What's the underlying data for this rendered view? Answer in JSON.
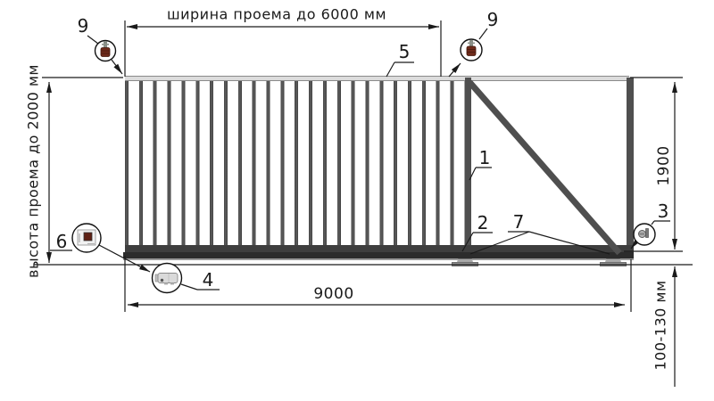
{
  "diagram": {
    "type": "sliding-gate-technical-drawing",
    "dimensions": {
      "opening_width": "ширина проема до 6000 мм",
      "opening_height": "высота проема до 2000 мм",
      "gate_height": "1900",
      "overall_length": "9000",
      "ground_clearance": "100-130 мм"
    },
    "callouts": {
      "anchor_left": "9",
      "anchor_right": "9",
      "top_beam": "5",
      "frame_post": "1",
      "roller_trolley_front": "2",
      "roller_trolleys_pair": "7",
      "end_roller": "3",
      "control_unit": "6",
      "drive_motor": "4"
    },
    "icons": {
      "anchor_left": "anchor-bolt-icon",
      "anchor_right": "anchor-bolt-icon",
      "control_unit": "control-unit-icon",
      "drive_motor": "drive-motor-icon",
      "end_roller": "end-roller-icon"
    },
    "colors": {
      "line": "#1a1a1a",
      "frame": "#4f4f4f",
      "beam": "#2c2c2c",
      "top_rail": "#dcdcdc",
      "anchor_red": "#6e2a1a"
    }
  }
}
